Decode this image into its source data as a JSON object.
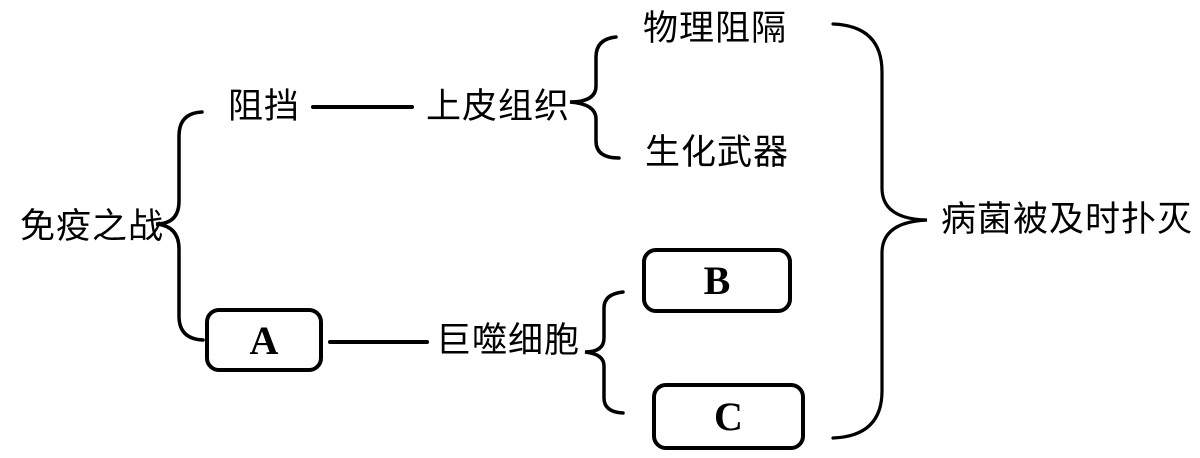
{
  "diagram": {
    "root_label": "免疫之战",
    "outcome_label": "病菌被及时扑灭",
    "barrier_branch": {
      "action": "阻挡",
      "structure": "上皮组织",
      "children": [
        "物理阻隔",
        "生化武器"
      ]
    },
    "cell_branch": {
      "box": "A",
      "cell": "巨噬细胞",
      "children": [
        "B",
        "C"
      ]
    },
    "colors": {
      "stroke": "#000000",
      "background": "#ffffff"
    }
  }
}
